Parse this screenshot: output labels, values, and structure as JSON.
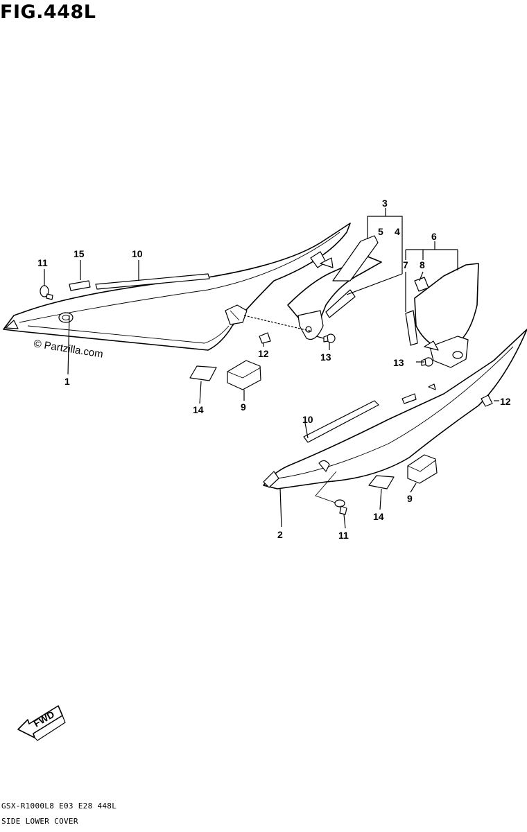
{
  "figure": {
    "title": "FIG.448L",
    "watermark": "© Partzilla.com",
    "fwd_label": "FWD",
    "footer_code": "GSX-R1000L8  E03  E28  448L",
    "footer_name": "SIDE LOWER COVER"
  },
  "callouts": {
    "c1": "1",
    "c2": "2",
    "c3": "3",
    "c4": "4",
    "c5": "5",
    "c6": "6",
    "c7": "7",
    "c8": "8",
    "c9a": "9",
    "c9b": "9",
    "c10a": "10",
    "c10b": "10",
    "c11a": "11",
    "c11b": "11",
    "c12a": "12",
    "c12b": "12",
    "c13a": "13",
    "c13b": "13",
    "c14a": "14",
    "c14b": "14",
    "c15": "15"
  },
  "colors": {
    "ink": "#000000",
    "paper": "#ffffff"
  }
}
